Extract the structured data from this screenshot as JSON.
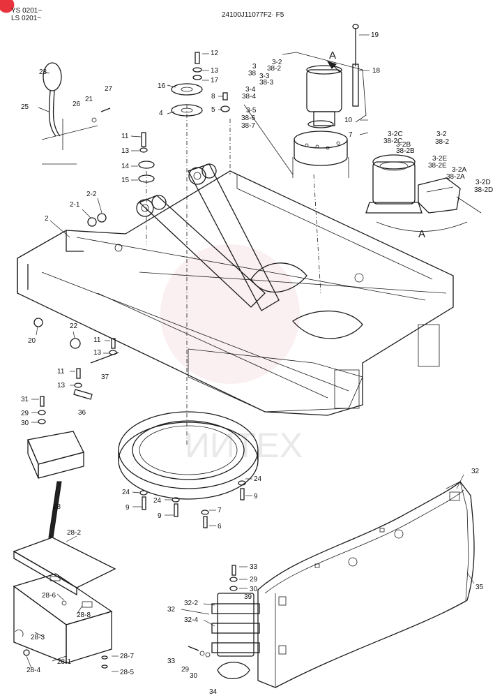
{
  "header": {
    "serial_1": "YS 0201~",
    "serial_2": "LS 0201~",
    "drawing_code": "24100J11077F2· F5"
  },
  "view_marker": "A",
  "watermark": "ИИTEX",
  "colors": {
    "line": "#1a1a1a",
    "watermark": "#d8d8d8",
    "corner_badge": "#e8333c"
  },
  "callouts": {
    "c19": "19",
    "c18": "18",
    "c12": "12",
    "c13a": "13",
    "c17": "17",
    "c16": "16",
    "c4": "4",
    "c8": "8",
    "c5": "5",
    "c23": "23",
    "c21": "21",
    "c27": "27",
    "c26": "26",
    "c25": "25",
    "c11a": "11",
    "c13b": "13",
    "c14": "14",
    "c15": "15",
    "c2_1": "2-1",
    "c2_2": "2-2",
    "c2": "2",
    "c3_2": "3-2",
    "c38_2": "38-2",
    "c3": "3",
    "c38": "38",
    "c3_3": "3-3",
    "c38_3": "38-3",
    "c3_4": "3-4",
    "c38_4": "38-4",
    "c3_5": "3-5",
    "c38_6": "38-6",
    "c38_7": "38-7",
    "c10": "10",
    "c7a": "7",
    "c3_2C": "3-2C",
    "c38_2C": "38-2C",
    "c3_2B": "3-2B",
    "c38_2B": "38-2B",
    "c3_2r": "3-2",
    "c38_2r": "38-2",
    "c3_2E": "3-2E",
    "c38_2E": "38-2E",
    "c3_2A": "3-2A",
    "c38_2A": "38-2A",
    "c3_2D": "3-2D",
    "c38_2D": "38-2D",
    "c20": "20",
    "c22": "22",
    "c11b": "11",
    "c13c": "13",
    "c37": "37",
    "c11c": "11",
    "c13d": "13",
    "c36": "36",
    "c31": "31",
    "c29a": "29",
    "c30a": "30",
    "c28": "28",
    "c24a": "24",
    "c9a": "9",
    "c24b": "24",
    "c9b": "9",
    "c7b": "7",
    "c6": "6",
    "c24c": "24",
    "c9c": "9",
    "c28_2": "28-2",
    "c28_6": "28-6",
    "c28_8": "28-8",
    "c28_3": "28-3",
    "c28_1": "28-1",
    "c28_4": "28-4",
    "c28_7": "28-7",
    "c28_5": "28-5",
    "c32a": "32",
    "c35": "35",
    "c33a": "33",
    "c29b": "29",
    "c30b": "30",
    "c39": "39",
    "c32b": "32",
    "c32_2": "32-2",
    "c32_4": "32-4",
    "c33b": "33",
    "c29c": "29",
    "c30c": "30",
    "c34": "34"
  }
}
